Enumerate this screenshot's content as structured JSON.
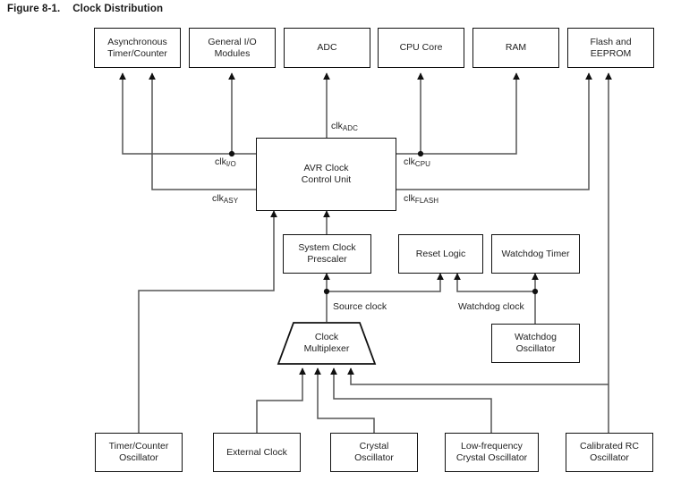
{
  "figure": {
    "number": "Figure 8-1.",
    "caption": "Clock Distribution"
  },
  "diagram": {
    "type": "block-diagram",
    "colors": {
      "line": "#555555",
      "box_border": "#111111",
      "text": "#222222",
      "background": "#ffffff"
    },
    "top_row_blocks": [
      {
        "id": "async-timer-counter",
        "label": "Asynchronous\nTimer/Counter",
        "line1": "Asynchronous",
        "line2": "Timer/Counter"
      },
      {
        "id": "general-io-modules",
        "label": "General I/O\nModules",
        "line1": "General I/O",
        "line2": "Modules"
      },
      {
        "id": "adc",
        "label": "ADC",
        "line1": "ADC",
        "line2": ""
      },
      {
        "id": "cpu-core",
        "label": "CPU Core",
        "line1": "CPU Core",
        "line2": ""
      },
      {
        "id": "ram",
        "label": "RAM",
        "line1": "RAM",
        "line2": ""
      },
      {
        "id": "flash-and-eeprom",
        "label": "Flash and\nEEPROM",
        "line1": "Flash and",
        "line2": "EEPROM"
      }
    ],
    "control_unit": {
      "id": "avr-clock-control-unit",
      "line1": "AVR Clock",
      "line2": "Control Unit"
    },
    "mid_row_blocks": [
      {
        "id": "system-clock-prescaler",
        "line1": "System Clock",
        "line2": "Prescaler"
      },
      {
        "id": "reset-logic",
        "line1": "Reset Logic",
        "line2": ""
      },
      {
        "id": "watchdog-timer",
        "line1": "Watchdog Timer",
        "line2": ""
      }
    ],
    "watchdog_oscillator": {
      "id": "watchdog-oscillator",
      "line1": "Watchdog",
      "line2": "Oscillator"
    },
    "multiplexer": {
      "id": "clock-multiplexer",
      "line1": "Clock",
      "line2": "Multiplexer",
      "inputs": 4
    },
    "source_blocks": [
      {
        "id": "timer-counter-oscillator",
        "line1": "Timer/Counter",
        "line2": "Oscillator"
      },
      {
        "id": "external-clock",
        "line1": "External Clock",
        "line2": ""
      },
      {
        "id": "crystal-oscillator",
        "line1": "Crystal",
        "line2": "Oscillator"
      },
      {
        "id": "low-frequency-crystal-oscillator",
        "line1": "Low-frequency",
        "line2": "Crystal Oscillator"
      },
      {
        "id": "calibrated-rc-oscillator",
        "line1": "Calibrated RC",
        "line2": "Oscillator"
      }
    ],
    "clock_signals": [
      {
        "id": "clk-adc",
        "base": "clk",
        "sub": "ADC",
        "target": "ADC"
      },
      {
        "id": "clk-io",
        "base": "clk",
        "sub": "I/O",
        "target": "General I/O Modules"
      },
      {
        "id": "clk-cpu",
        "base": "clk",
        "sub": "CPU",
        "target": "CPU Core / RAM"
      },
      {
        "id": "clk-asy",
        "base": "clk",
        "sub": "ASY",
        "target": "Asynchronous Timer/Counter"
      },
      {
        "id": "clk-flash",
        "base": "clk",
        "sub": "FLASH",
        "target": "Flash and EEPROM"
      }
    ],
    "wire_labels": [
      {
        "id": "source-clock",
        "text": "Source clock"
      },
      {
        "id": "watchdog-clock",
        "text": "Watchdog clock"
      }
    ]
  }
}
